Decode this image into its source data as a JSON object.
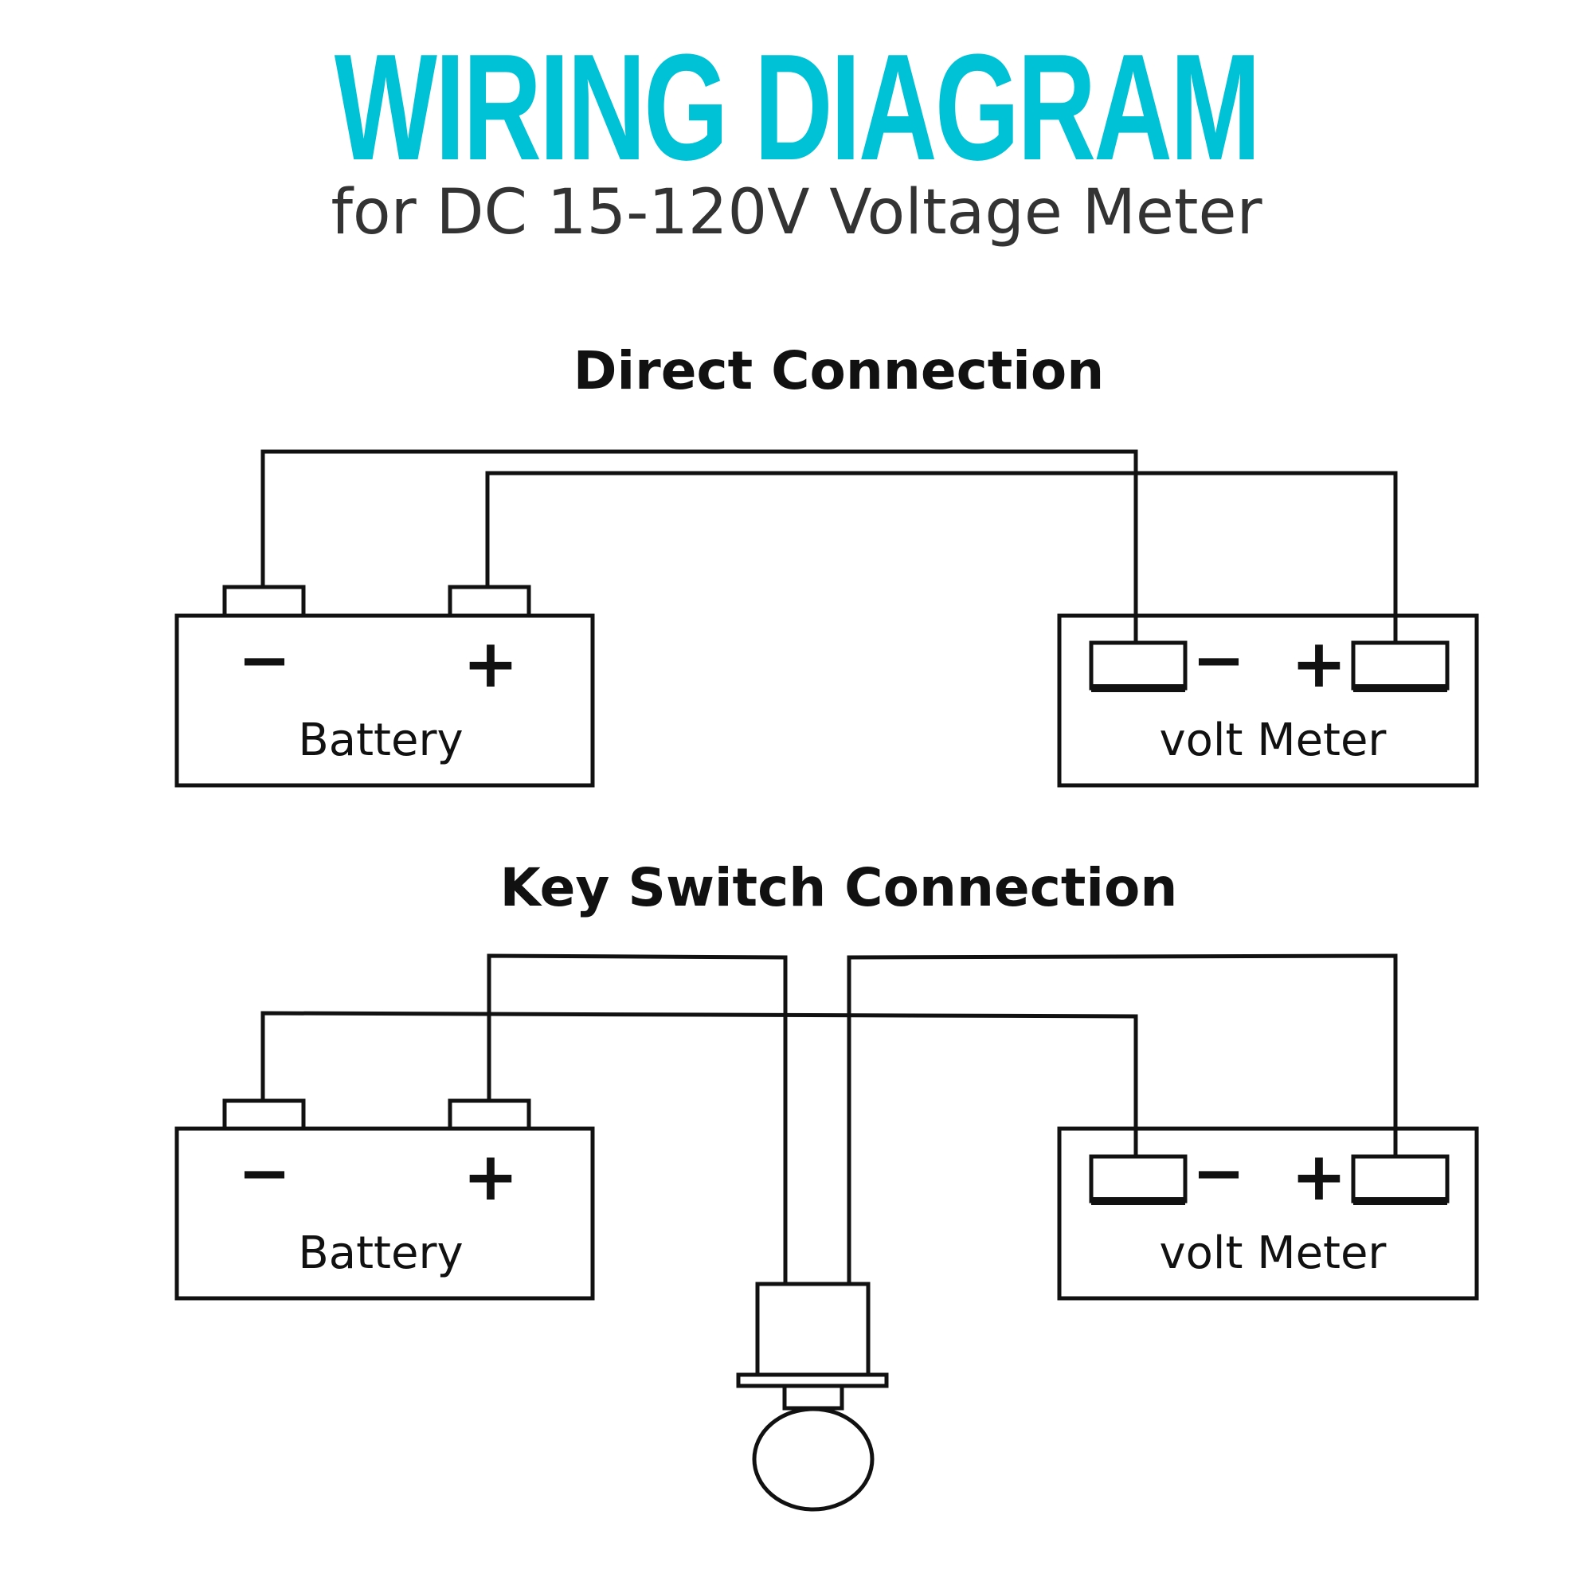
{
  "header": {
    "title": "WIRING DIAGRAM",
    "subtitle": "for DC 15-120V Voltage Meter"
  },
  "colors": {
    "title": "#00c2d6",
    "subtitle": "#333333",
    "line": "#111111",
    "background": "#ffffff"
  },
  "direct": {
    "heading": "Direct Connection",
    "battery": {
      "label": "Battery",
      "minus": "−",
      "plus": "+"
    },
    "meter": {
      "label": "volt Meter",
      "minus": "−",
      "plus": "+"
    }
  },
  "keyswitch": {
    "heading": "Key Switch Connection",
    "battery": {
      "label": "Battery",
      "minus": "−",
      "plus": "+"
    },
    "meter": {
      "label": "volt Meter",
      "minus": "−",
      "plus": "+"
    }
  }
}
